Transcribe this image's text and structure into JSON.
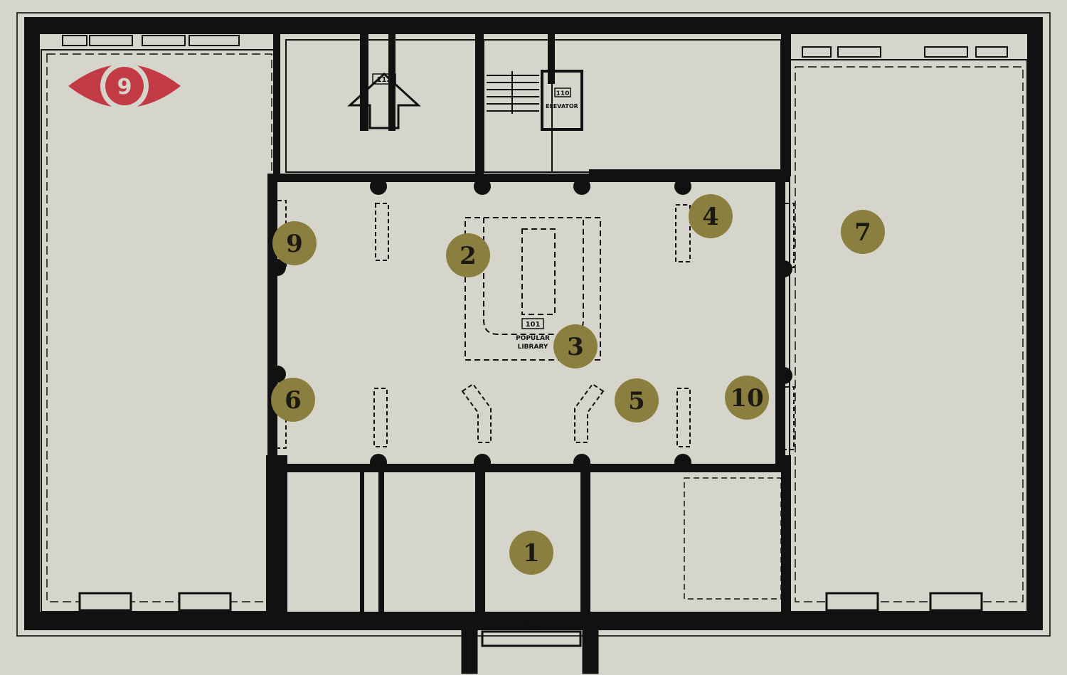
{
  "colors": {
    "background": "#d6d5cb",
    "wall": "#111111",
    "marker_fill": "#8a7f3f",
    "marker_text": "#1b1a12",
    "logo": "#c23a44"
  },
  "logo": {
    "icon": "eye-9-logo",
    "text": "9"
  },
  "room_labels": {
    "popular_library_number": "101",
    "popular_library_line1": "POPULAR",
    "popular_library_line2": "LIBRARY",
    "restroom_number": "112",
    "elevator_number": "110",
    "elevator_text": "ELEVATOR"
  },
  "markers": [
    {
      "label": "1"
    },
    {
      "label": "2"
    },
    {
      "label": "3"
    },
    {
      "label": "4"
    },
    {
      "label": "5"
    },
    {
      "label": "6"
    },
    {
      "label": "7"
    },
    {
      "label": "9"
    },
    {
      "label": "10"
    }
  ]
}
